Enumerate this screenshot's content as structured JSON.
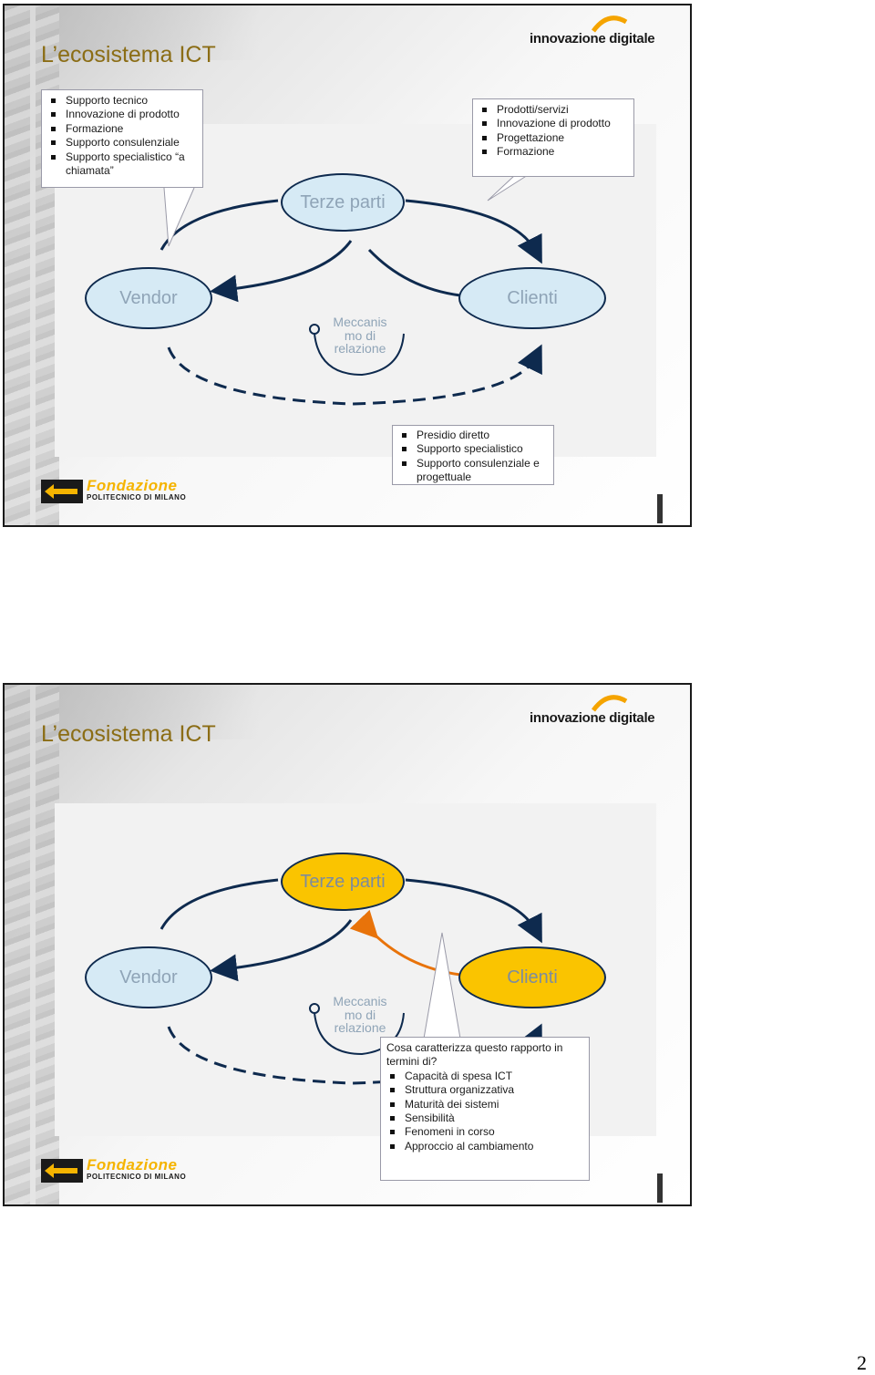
{
  "brand": {
    "logo_text": "innovazione digitale",
    "footer_logo_main": "Fondazione",
    "footer_logo_sub": "POLITECNICO DI MILANO"
  },
  "slides": [
    {
      "title": "L’ecosistema ICT",
      "nodes": {
        "terze": "Terze parti",
        "vendor": "Vendor",
        "clienti": "Clienti",
        "mechanism": "Meccanis mo di relazione"
      },
      "callout_left": [
        "Supporto tecnico",
        "Innovazione di prodotto",
        "Formazione",
        "Supporto consulenziale",
        "Supporto specialistico “a chiamata”"
      ],
      "callout_right": [
        "Prodotti/servizi",
        "Innovazione di prodotto",
        "Progettazione",
        "Formazione"
      ],
      "callout_bottom": [
        "Presidio diretto",
        "Supporto specialistico",
        "Supporto consulenziale e progettuale"
      ]
    },
    {
      "title": "L’ecosistema ICT",
      "nodes": {
        "terze": "Terze parti",
        "vendor": "Vendor",
        "clienti": "Clienti",
        "mechanism": "Meccanis mo di relazione"
      },
      "question": "Cosa caratterizza questo rapporto in termini di?",
      "items": [
        "Capacità di spesa ICT",
        "Struttura organizzativa",
        "Maturità dei sistemi",
        "Sensibilità",
        "Fenomeni in corso",
        "Approccio al cambiamento"
      ]
    }
  ],
  "colors": {
    "title": "#8b6d15",
    "ellipse_blue": "#d6eaf5",
    "ellipse_yellow": "#fac400",
    "arrow_navy": "#0e2a4e",
    "arrow_orange": "#e8730a"
  },
  "page_number": "2"
}
